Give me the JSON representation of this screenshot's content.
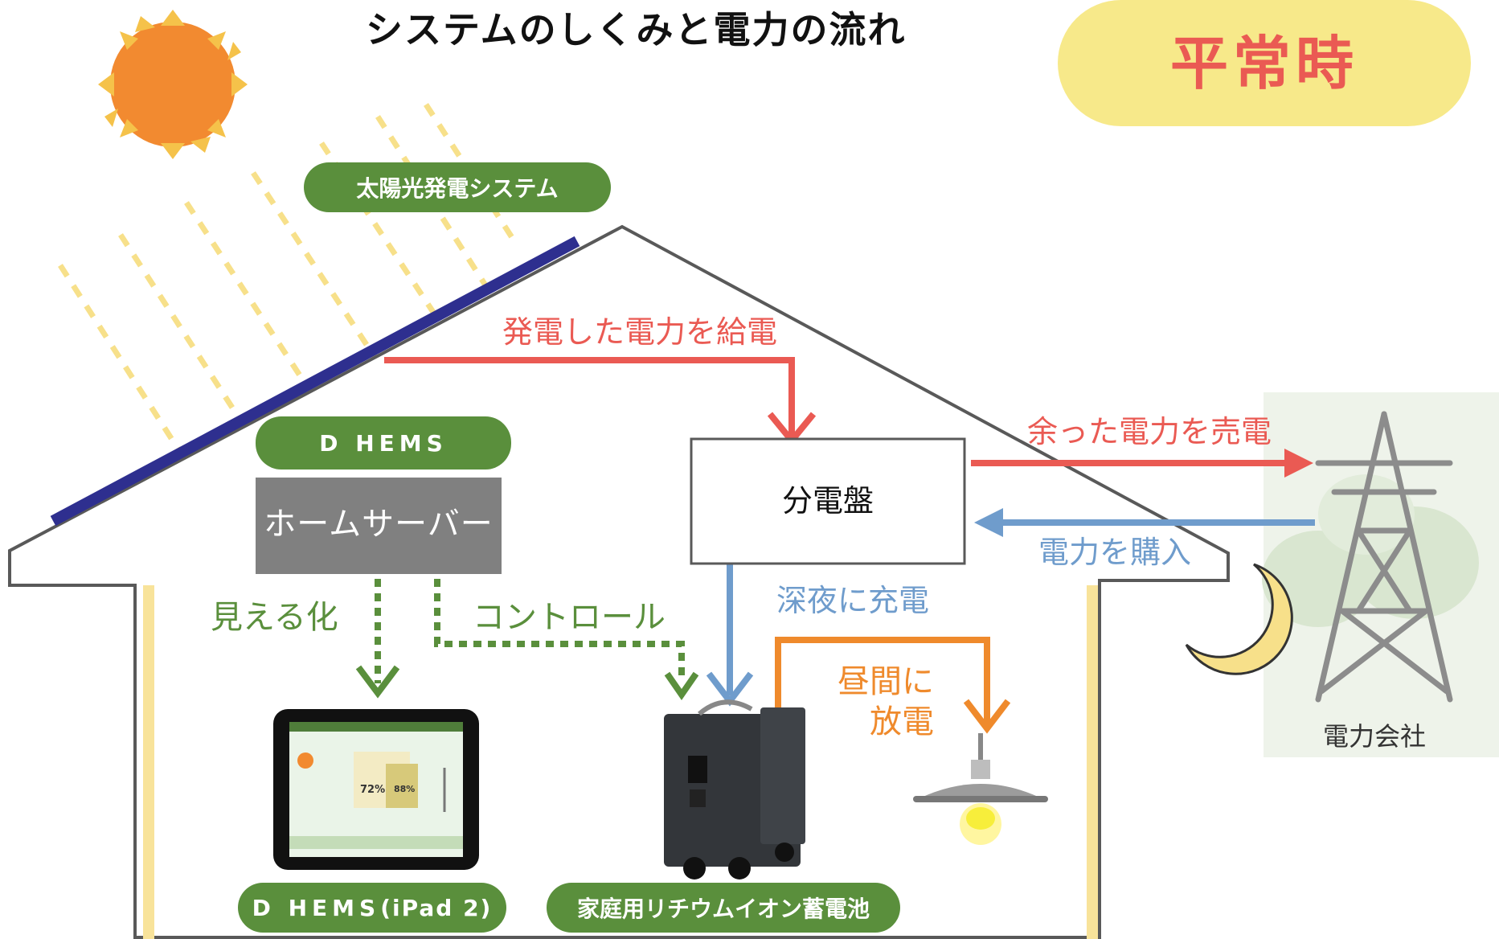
{
  "title": "システムのしくみと電力の流れ",
  "mode_badge": "平常時",
  "labels": {
    "solar_system": "太陽光発電システム",
    "dhems": "D HEMS",
    "home_server": "ホームサーバー",
    "visualize": "見える化",
    "control": "コントロール",
    "distribution_board": "分電盤",
    "feed_generated": "発電した電力を給電",
    "sell_surplus": "余った電力を売電",
    "buy_power": "電力を購入",
    "night_charge": "深夜に充電",
    "day_discharge_1": "昼間に",
    "day_discharge_2": "放電",
    "power_company": "電力会社",
    "dhems_ipad": "D HEMS",
    "ipad_model": "(iPad 2)",
    "battery": "家庭用リチウムイオン蓄電池"
  },
  "ipad_screen": {
    "percent_left": "72%",
    "percent_right": "88%"
  },
  "colors": {
    "red": "#ea5a53",
    "blue": "#6f9ccc",
    "green": "#5a8f3c",
    "orange": "#ef8a2c",
    "sun": "#f28a30",
    "badge": "#f7e98a"
  }
}
